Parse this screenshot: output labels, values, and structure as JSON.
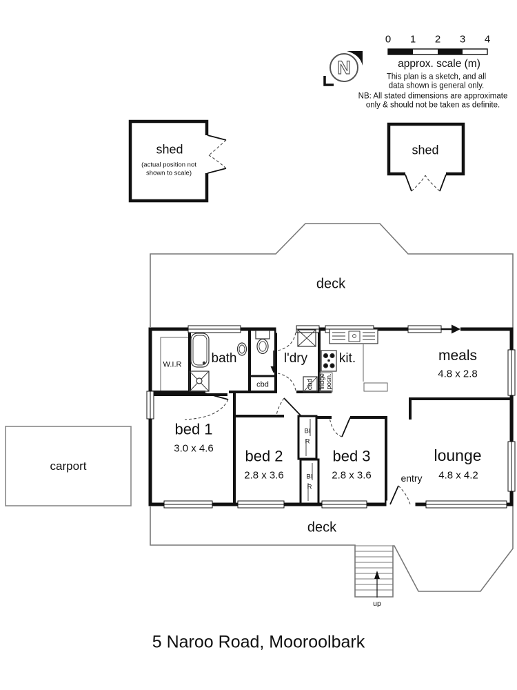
{
  "header": {
    "compass_letter": "N",
    "scale": {
      "ticks": [
        "0",
        "1",
        "2",
        "3",
        "4"
      ],
      "caption": "approx. scale (m)"
    },
    "disclaimer": {
      "line1": "This plan is a sketch, and all",
      "line2": "data shown is general only."
    },
    "nb": {
      "line1": "NB: All stated dimensions are approximate",
      "line2": "only & should not be taken as definite."
    }
  },
  "sheds": {
    "left": {
      "label": "shed",
      "note_line1": "(actual position not",
      "note_line2": "shown to scale)"
    },
    "right": {
      "label": "shed"
    }
  },
  "rooms": {
    "deck_top": {
      "name": "deck"
    },
    "wir": {
      "name": "W.I.R"
    },
    "bath": {
      "name": "bath"
    },
    "cbd_wc": {
      "name": "cbd"
    },
    "ldry": {
      "name": "l'dry"
    },
    "cbd_ldry": {
      "name": "cbd"
    },
    "fridge": {
      "name": "fridge posn."
    },
    "kit": {
      "name": "kit."
    },
    "meals": {
      "name": "meals",
      "dims": "4.8 x 2.8"
    },
    "bed1": {
      "name": "bed 1",
      "dims": "3.0 x 4.6"
    },
    "bed2": {
      "name": "bed 2",
      "dims": "2.8 x 3.6"
    },
    "bed3": {
      "name": "bed 3",
      "dims": "2.8 x 3.6"
    },
    "bir_top": {
      "name": "BIR"
    },
    "bir_bottom": {
      "name": "BIR"
    },
    "lounge": {
      "name": "lounge",
      "dims": "4.8 x 4.2"
    },
    "entry": {
      "name": "entry"
    },
    "deck_bottom": {
      "name": "deck"
    },
    "carport": {
      "name": "carport"
    },
    "stairs": {
      "up_label": "up"
    }
  },
  "footer": {
    "title": "5 Naroo Road, Mooroolbark"
  },
  "colors": {
    "wall": "#111111",
    "thin_line": "#777777",
    "text": "#111111"
  }
}
